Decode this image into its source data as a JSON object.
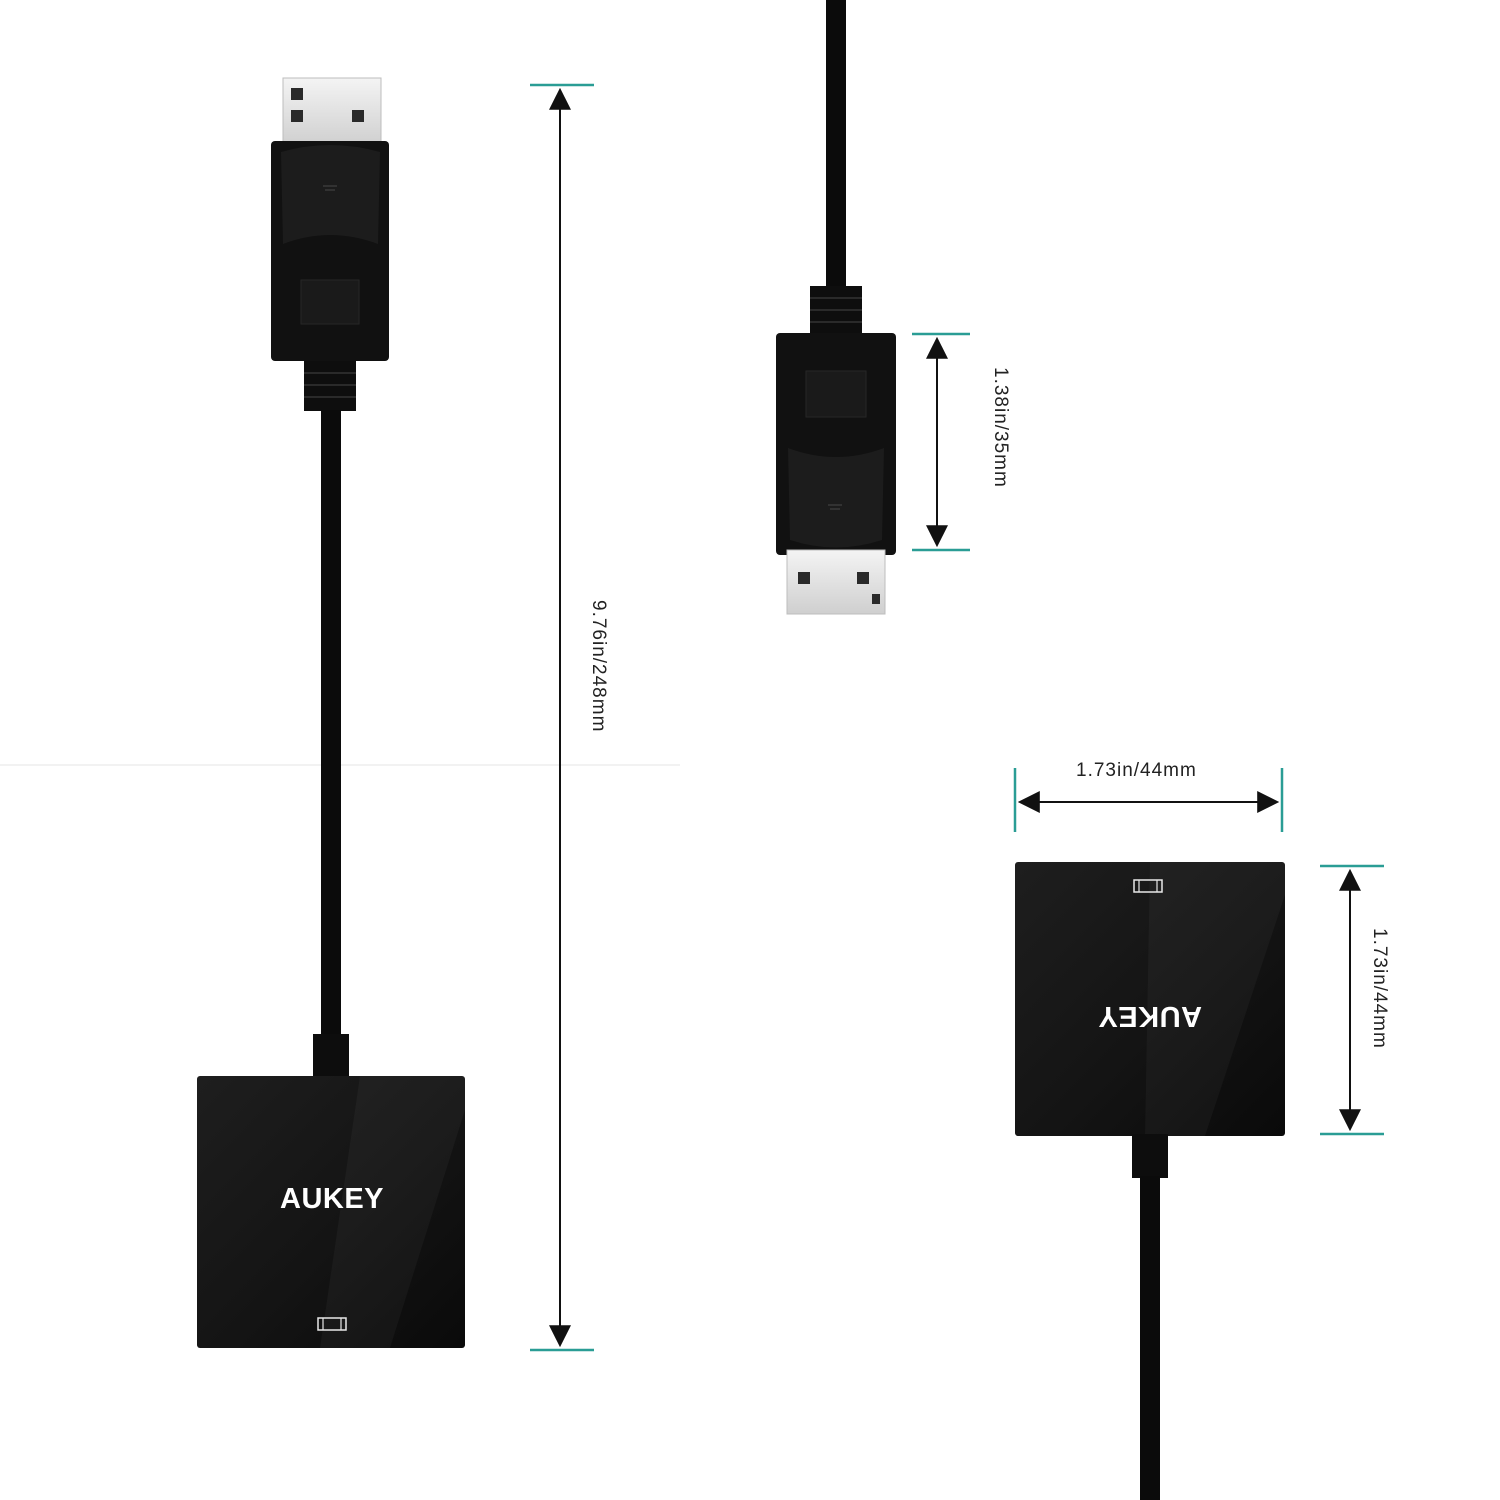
{
  "product": {
    "brand": "AUKEY"
  },
  "dimensions": {
    "total_length": "9.76in/248mm",
    "plug_height": "1.38in/35mm",
    "box_width": "1.73in/44mm",
    "box_height": "1.73in/44mm"
  },
  "colors": {
    "dimension_accent": "#2a9d95",
    "dimension_line": "#111111",
    "cable": "#0b0b0b",
    "housing": "#161616",
    "connector_metal": "#eeeeee"
  }
}
